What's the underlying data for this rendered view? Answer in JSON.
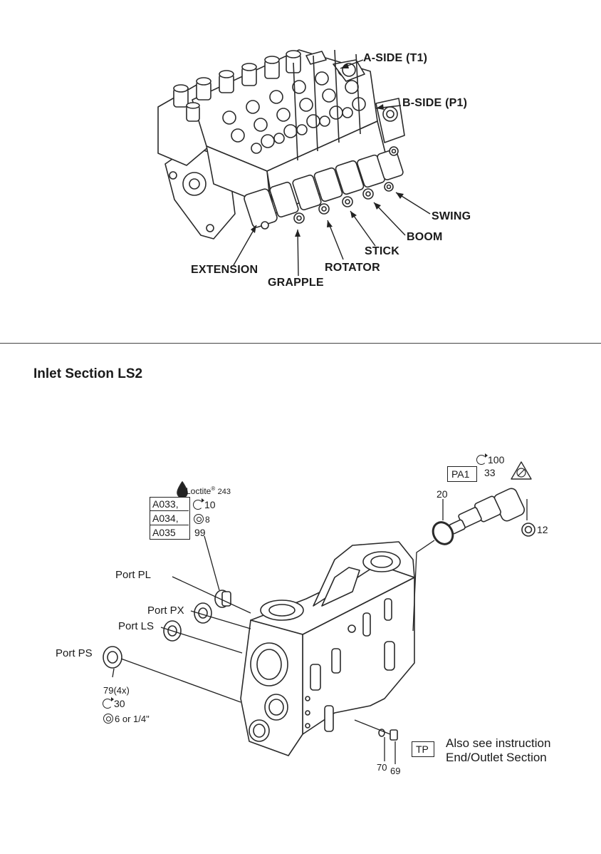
{
  "top_diagram": {
    "callouts": {
      "a_side": "A-SIDE (T1)",
      "b_side": "B-SIDE (P1)",
      "swing": "SWING",
      "boom": "BOOM",
      "stick": "STICK",
      "rotator": "ROTATOR",
      "extension": "EXTENSION",
      "grapple": "GRAPPLE"
    }
  },
  "section": {
    "title": "Inlet Section LS2"
  },
  "inlet_diagram": {
    "loctite": "Loctite",
    "loctite_reg": "®",
    "loctite_num": "243",
    "codes": [
      "A033,",
      "A034,",
      "A035"
    ],
    "code_torque": "10",
    "code_seal": "8",
    "code_part": "99",
    "ports": {
      "pl": "Port PL",
      "px": "Port PX",
      "ls": "Port LS",
      "ps": "Port PS"
    },
    "ps_part": "79(4x)",
    "ps_torque": "30",
    "ps_seal": "6 or 1/4\"",
    "pa1": "PA1",
    "pa1_torque": "100",
    "pa1_part": "33",
    "oring_part": "20",
    "seal_12": "12",
    "tp": "TP",
    "tp_parts": [
      "70",
      "69"
    ],
    "note_line1": "Also see instruction",
    "note_line2": "End/Outlet Section"
  }
}
